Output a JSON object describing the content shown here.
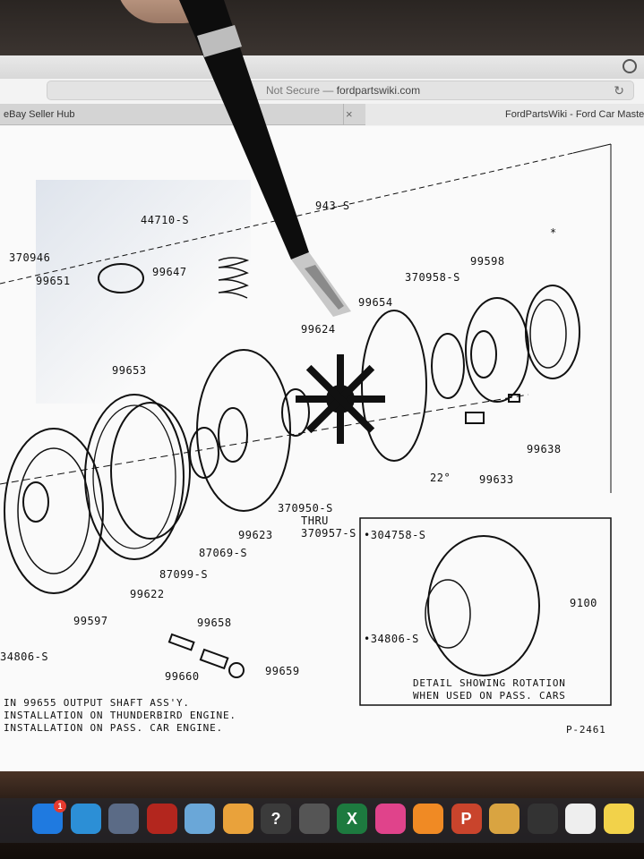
{
  "browser": {
    "url_prefix": "Not Secure —",
    "url_host": "fordpartswiki.com",
    "tabs": [
      {
        "label": "eBay Seller Hub"
      },
      {
        "label": "FordPartsWiki - Ford Car Master P"
      }
    ],
    "close_glyph": "×",
    "reload_glyph": "↻"
  },
  "diagram": {
    "labels": {
      "l_943s": "943-S",
      "l_44710s": "44710-S",
      "l_370946": "370946",
      "l_99651": "99651",
      "l_99647": "99647",
      "l_99653": "99653",
      "l_99654": "99654",
      "l_99624": "99624",
      "l_370958s": "370958-S",
      "l_99598": "99598",
      "l_star": "*",
      "l_99638": "99638",
      "l_99633": "99633",
      "l_22deg": "22°",
      "l_370950s": "370950-S",
      "l_thru": "THRU",
      "l_370957s": "370957-S",
      "l_304758s": "•304758-S",
      "l_9100": "9100",
      "l_99623": "99623",
      "l_87069s": "87069-S",
      "l_87099s": "87099-S",
      "l_99622": "99622",
      "l_99597": "99597",
      "l_99658": "99658",
      "l_99660": "99660",
      "l_99659": "99659",
      "l_34806s_detail": "•34806-S",
      "l_34806s": "34806-S"
    },
    "detail_caption_1": "DETAIL SHOWING ROTATION",
    "detail_caption_2": "WHEN USED ON PASS. CARS",
    "figure_id": "P-2461",
    "notes": [
      "IN 99655 OUTPUT SHAFT ASS'Y.",
      "INSTALLATION ON THUNDERBIRD ENGINE.",
      "INSTALLATION ON PASS. CAR ENGINE."
    ]
  },
  "dock": {
    "items": [
      {
        "name": "app-store-icon",
        "badge": "1",
        "color": "#1f7ae0"
      },
      {
        "name": "safari-icon",
        "color": "#2c8fd6"
      },
      {
        "name": "preview-icon",
        "color": "#5b6b86"
      },
      {
        "name": "photo-booth-icon",
        "color": "#b3261e"
      },
      {
        "name": "contacts-icon",
        "color": "#6aa7d8"
      },
      {
        "name": "pages-icon",
        "color": "#e9a23b"
      },
      {
        "name": "help-icon",
        "glyph": "?",
        "color": "#3b3b3b"
      },
      {
        "name": "image-capture-icon",
        "color": "#555555"
      },
      {
        "name": "excel-icon",
        "glyph": "X",
        "color": "#1d7a3f"
      },
      {
        "name": "itunes-icon",
        "color": "#e0438b"
      },
      {
        "name": "ibooks-icon",
        "color": "#f08a24"
      },
      {
        "name": "powerpoint-icon",
        "glyph": "P",
        "color": "#c9442c"
      },
      {
        "name": "notes-icon",
        "color": "#d9a441"
      },
      {
        "name": "launcher-icon",
        "color": "#333333"
      },
      {
        "name": "reminders-icon",
        "color": "#eeeeee"
      },
      {
        "name": "stickies-icon",
        "color": "#f2d24a"
      }
    ]
  }
}
